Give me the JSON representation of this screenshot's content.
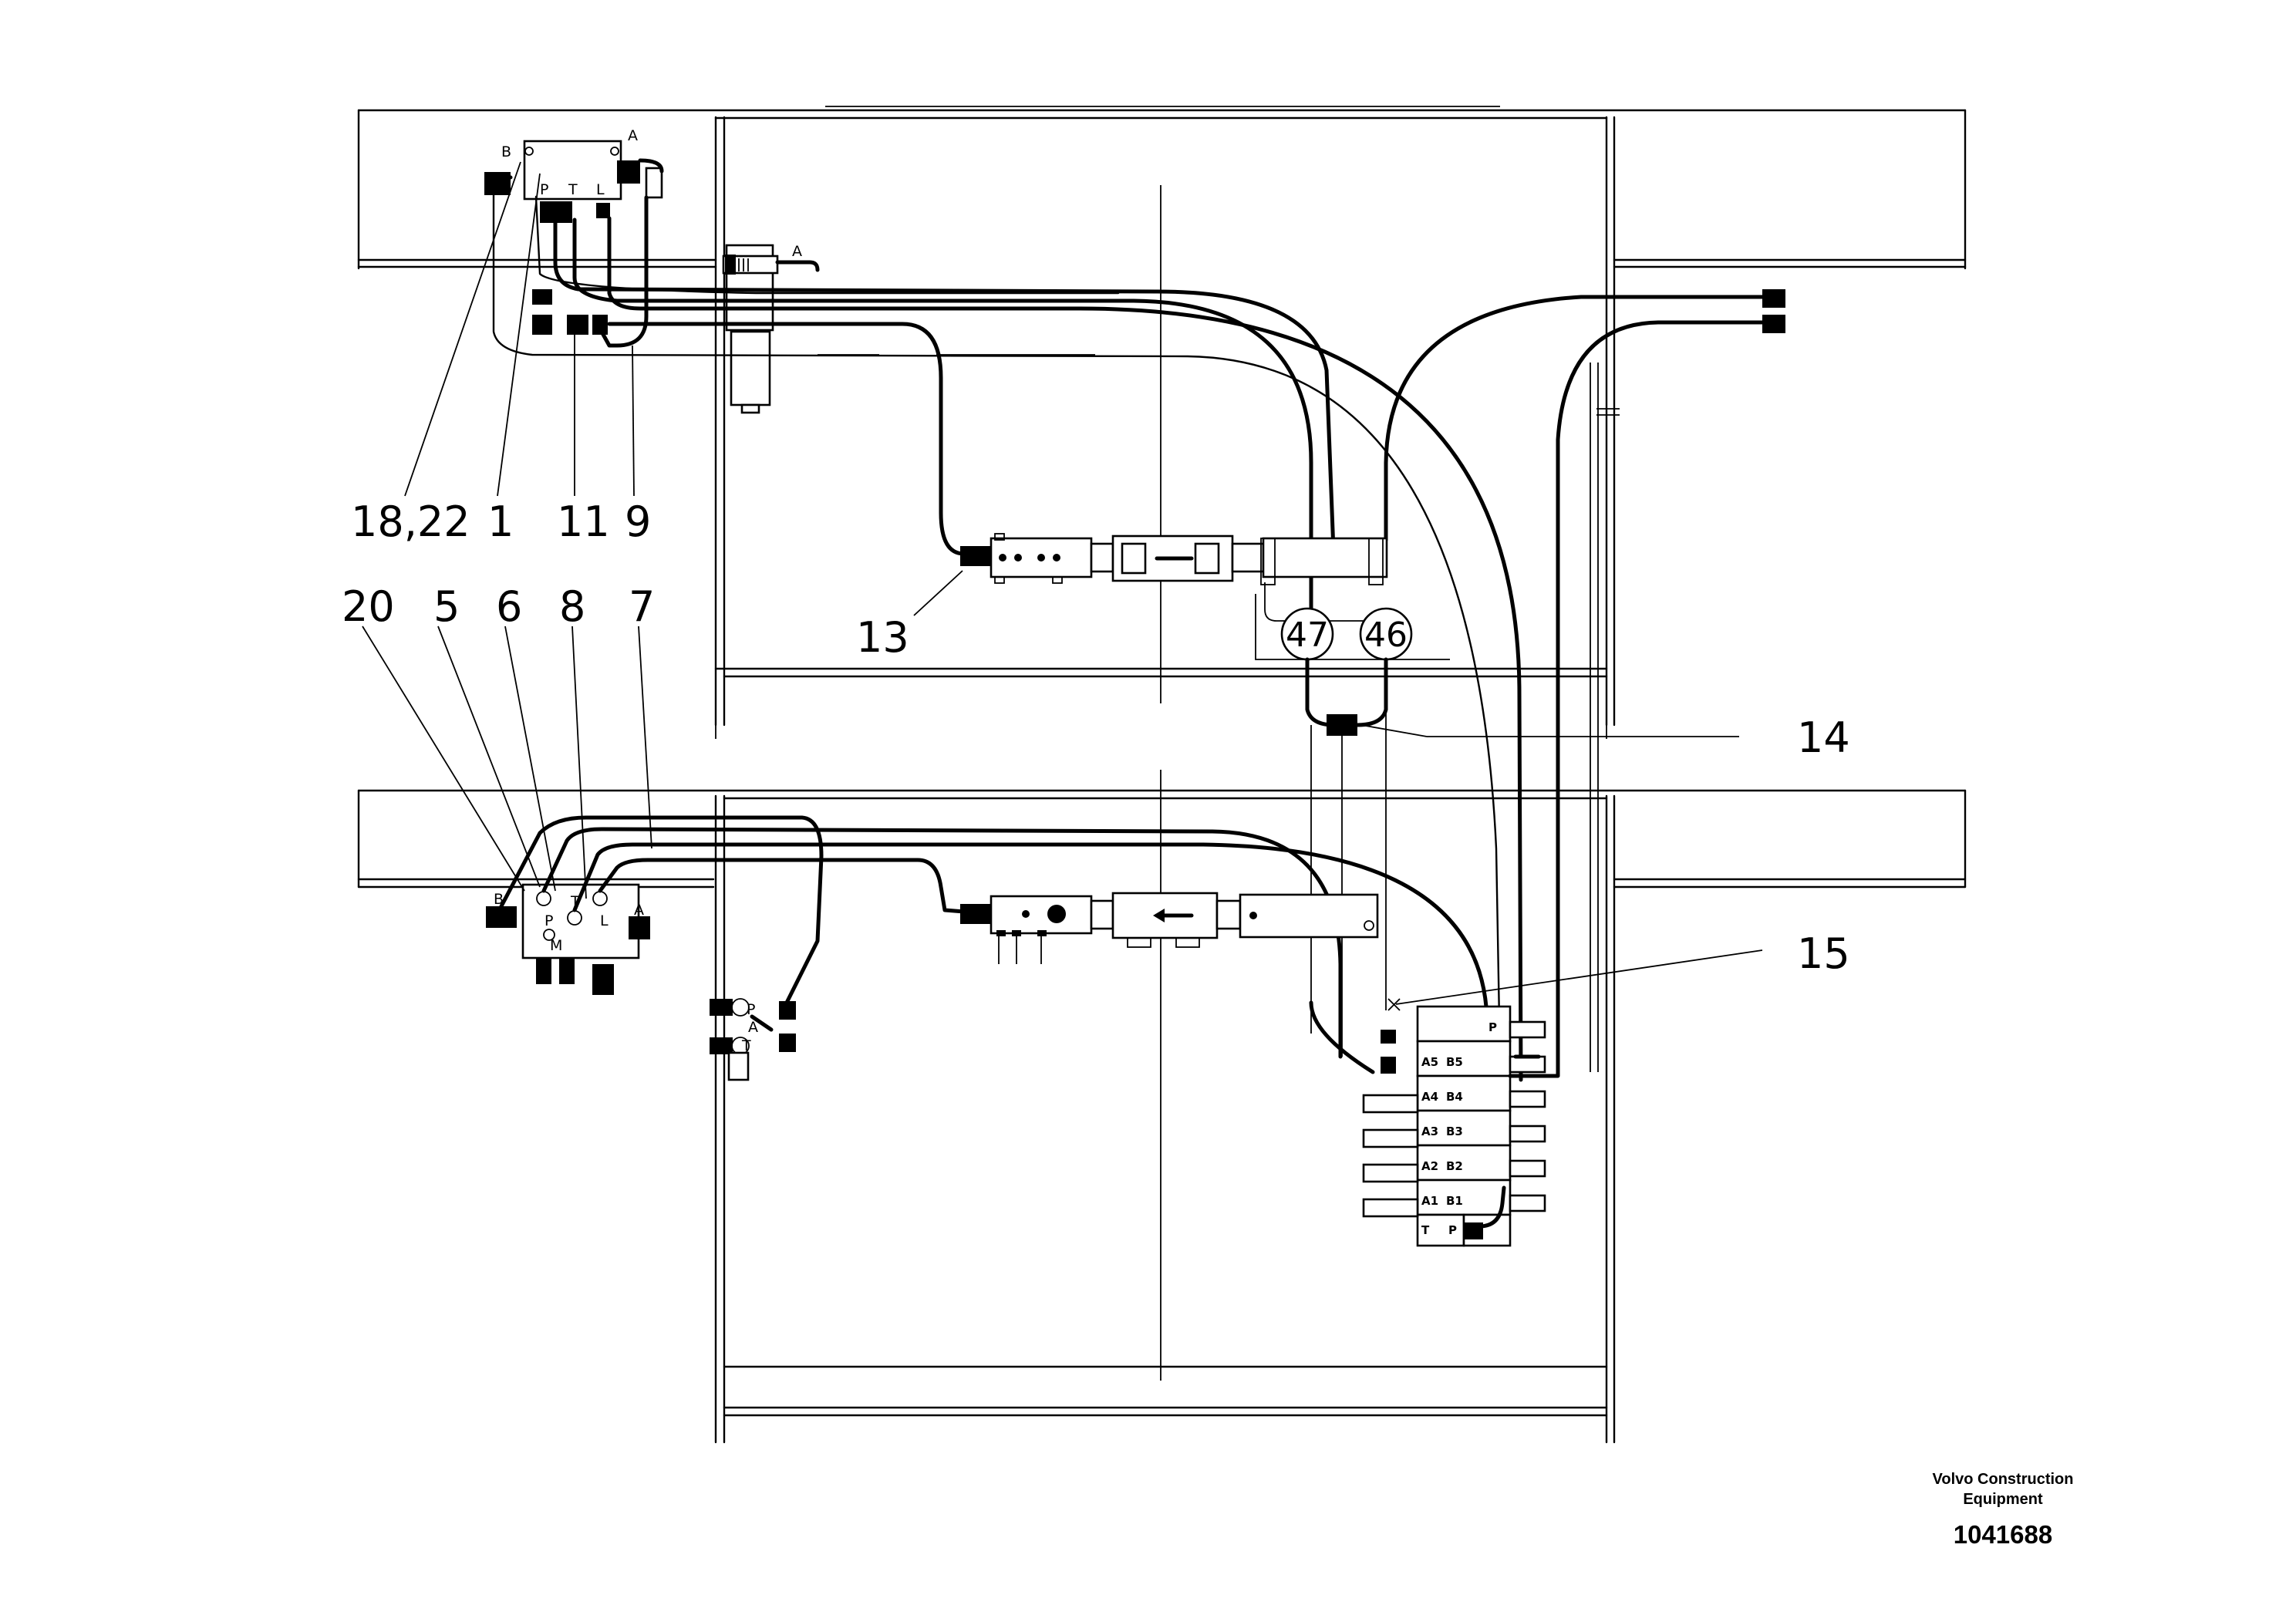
{
  "callouts": {
    "c18_22": "18,22",
    "c1": "1",
    "c11": "11",
    "c9": "9",
    "c20": "20",
    "c5": "5",
    "c6": "6",
    "c8": "8",
    "c7": "7",
    "c13": "13",
    "c47": "47",
    "c46": "46",
    "c14": "14",
    "c15": "15"
  },
  "top_valve_ports": {
    "a": "A",
    "b": "B",
    "p": "P",
    "t": "T",
    "l": "L"
  },
  "filter_port": {
    "a": "A"
  },
  "bottom_valve_ports": {
    "a": "A",
    "b": "B",
    "p": "P",
    "t": "T",
    "l": "L",
    "m": "M"
  },
  "small_valve_ports": {
    "p": "P",
    "a": "A",
    "t": "T"
  },
  "control_valve": {
    "inlet_p": "P",
    "a5": "A5",
    "b5": "B5",
    "a4": "A4",
    "b4": "B4",
    "a3": "A3",
    "b3": "B3",
    "a2": "A2",
    "b2": "B2",
    "a1": "A1",
    "b1": "B1",
    "t": "T",
    "p": "P"
  },
  "footer": {
    "company_line1": "Volvo Construction",
    "company_line2": "Equipment",
    "drawing_number": "1041688"
  }
}
